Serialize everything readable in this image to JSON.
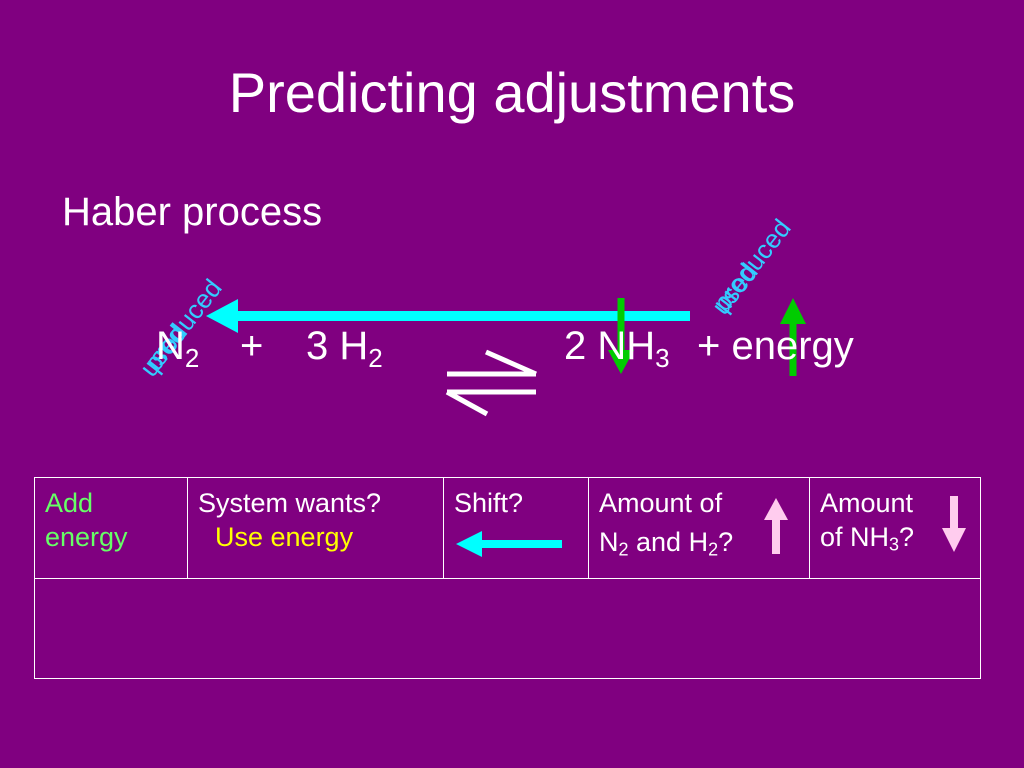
{
  "slide": {
    "title": "Predicting adjustments",
    "subtitle": "Haber process"
  },
  "equation": {
    "reactant1": "N",
    "reactant1_sub": "2",
    "plus1": "+",
    "reactant2": "3 H",
    "reactant2_sub": "2",
    "product1": "2 NH",
    "product1_sub": "3",
    "product2": "+ energy",
    "label_left_a": "produced",
    "label_left_b": "used",
    "label_right_a": "produced",
    "label_right_b": "used"
  },
  "table": {
    "condition": "Add energy",
    "system_header": "System wants?",
    "system_answer": "Use energy",
    "shift_header": "Shift?",
    "reactants_header_a": "Amount of",
    "reactants_header_b": "N",
    "reactants_header_sub1": "2",
    "reactants_header_c": " and H",
    "reactants_header_sub2": "2",
    "reactants_header_d": "?",
    "ammonia_header_a": "Amount",
    "ammonia_header_b": "of NH",
    "ammonia_header_sub": "3",
    "ammonia_header_c": "?"
  },
  "colors": {
    "background": "#800080",
    "cyan_arrow": "#00ffff",
    "label_blue": "#33ccff",
    "green_arrow": "#00cc00",
    "pink_arrow": "#ffccee",
    "green_text": "#66ff66",
    "yellow_text": "#ffff00"
  }
}
